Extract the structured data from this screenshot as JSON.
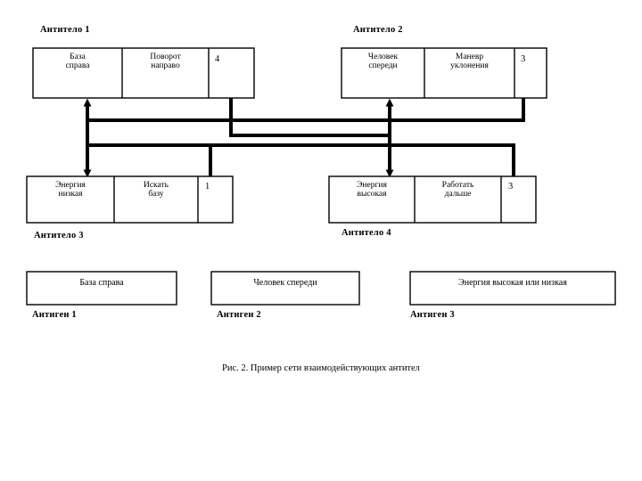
{
  "figure": {
    "caption": "Рис. 2. Пример сети взаимодействующих антител",
    "stroke_color": "#000000",
    "background_color": "#ffffff",
    "connector_color": "#000000"
  },
  "antibodies": [
    {
      "label": "Антитело 1",
      "condition_line1": "База",
      "condition_line2": "справа",
      "action_line1": "Поворот",
      "action_line2": "направо",
      "strength": "4"
    },
    {
      "label": "Антитело 2",
      "condition_line1": "Человек",
      "condition_line2": "спереди",
      "action_line1": "Маневр",
      "action_line2": "уклонения",
      "strength": "3"
    },
    {
      "label": "Антитело 3",
      "condition_line1": "Энергия",
      "condition_line2": "низкая",
      "action_line1": "Искать",
      "action_line2": "базу",
      "strength": "1"
    },
    {
      "label": "Антитело 4",
      "condition_line1": "Энергия",
      "condition_line2": "высокая",
      "action_line1": "Работать",
      "action_line2": "дальше",
      "strength": "3"
    }
  ],
  "antigens": [
    {
      "label": "Антиген 1",
      "text": "База справа"
    },
    {
      "label": "Антиген 2",
      "text": "Человек спереди"
    },
    {
      "label": "Антиген 3",
      "text": "Энергия высокая или низкая"
    }
  ]
}
